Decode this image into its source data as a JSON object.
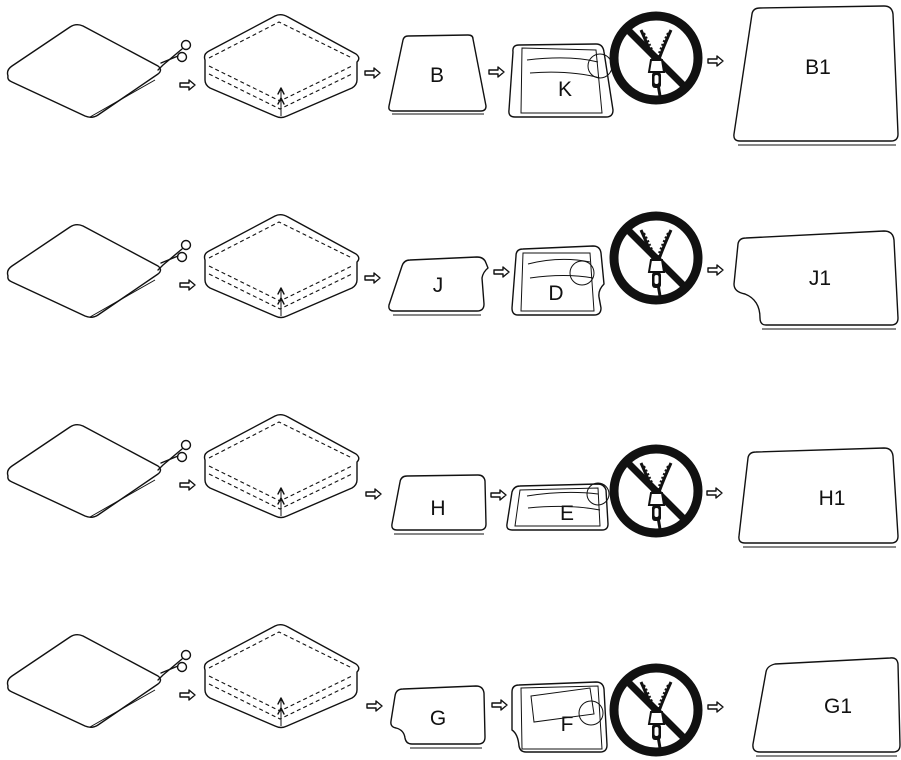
{
  "rows": [
    {
      "shape": "rect",
      "bag_label": "B",
      "foam_label": "K",
      "result_label": "B1"
    },
    {
      "shape": "notch",
      "bag_label": "J",
      "foam_label": "D",
      "result_label": "J1"
    },
    {
      "shape": "rect",
      "bag_label": "H",
      "foam_label": "E",
      "result_label": "H1"
    },
    {
      "shape": "notch",
      "bag_label": "G",
      "foam_label": "F",
      "result_label": "G1"
    }
  ],
  "icons": [
    "cushion-icon",
    "scissors-icon",
    "sewn-cover-icon",
    "arrow-icon",
    "bag-icon",
    "foam-insert-icon",
    "no-zipper-icon",
    "finished-cushion-icon"
  ],
  "colors": {
    "stroke": "#111111",
    "background": "#ffffff"
  }
}
